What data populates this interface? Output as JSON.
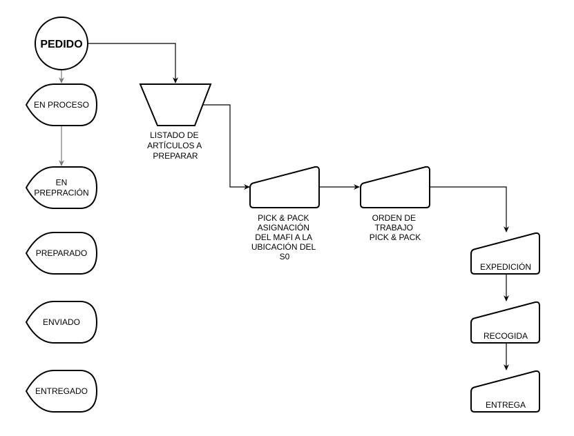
{
  "diagram": {
    "start": {
      "label": "PEDIDO"
    },
    "statuses": [
      {
        "lines": [
          "EN PROCESO"
        ]
      },
      {
        "lines": [
          "EN",
          "PREPRACIÓN"
        ]
      },
      {
        "lines": [
          "PREPARADO"
        ]
      },
      {
        "lines": [
          "ENVIADO"
        ]
      },
      {
        "lines": [
          "ENTREGADO"
        ]
      }
    ],
    "listado": {
      "lines": [
        "LISTADO DE",
        "ARTÍCULOS A",
        "PREPARAR"
      ]
    },
    "pick_pack": {
      "lines": [
        "PICK & PACK",
        "ASIGNACIÓN",
        "DEL MAFI A LA",
        "UBICACIÓN DEL",
        "S0"
      ]
    },
    "orden": {
      "lines": [
        "ORDEN DE",
        "TRABAJO",
        "PICK & PACK"
      ]
    },
    "expedicion": {
      "label": "EXPEDICIÓN"
    },
    "recogida": {
      "label": "RECOGIDA"
    },
    "entrega": {
      "label": "ENTREGA"
    },
    "colors": {
      "stroke": "#000000",
      "status_connector": "#777777",
      "background": "#ffffff"
    }
  }
}
